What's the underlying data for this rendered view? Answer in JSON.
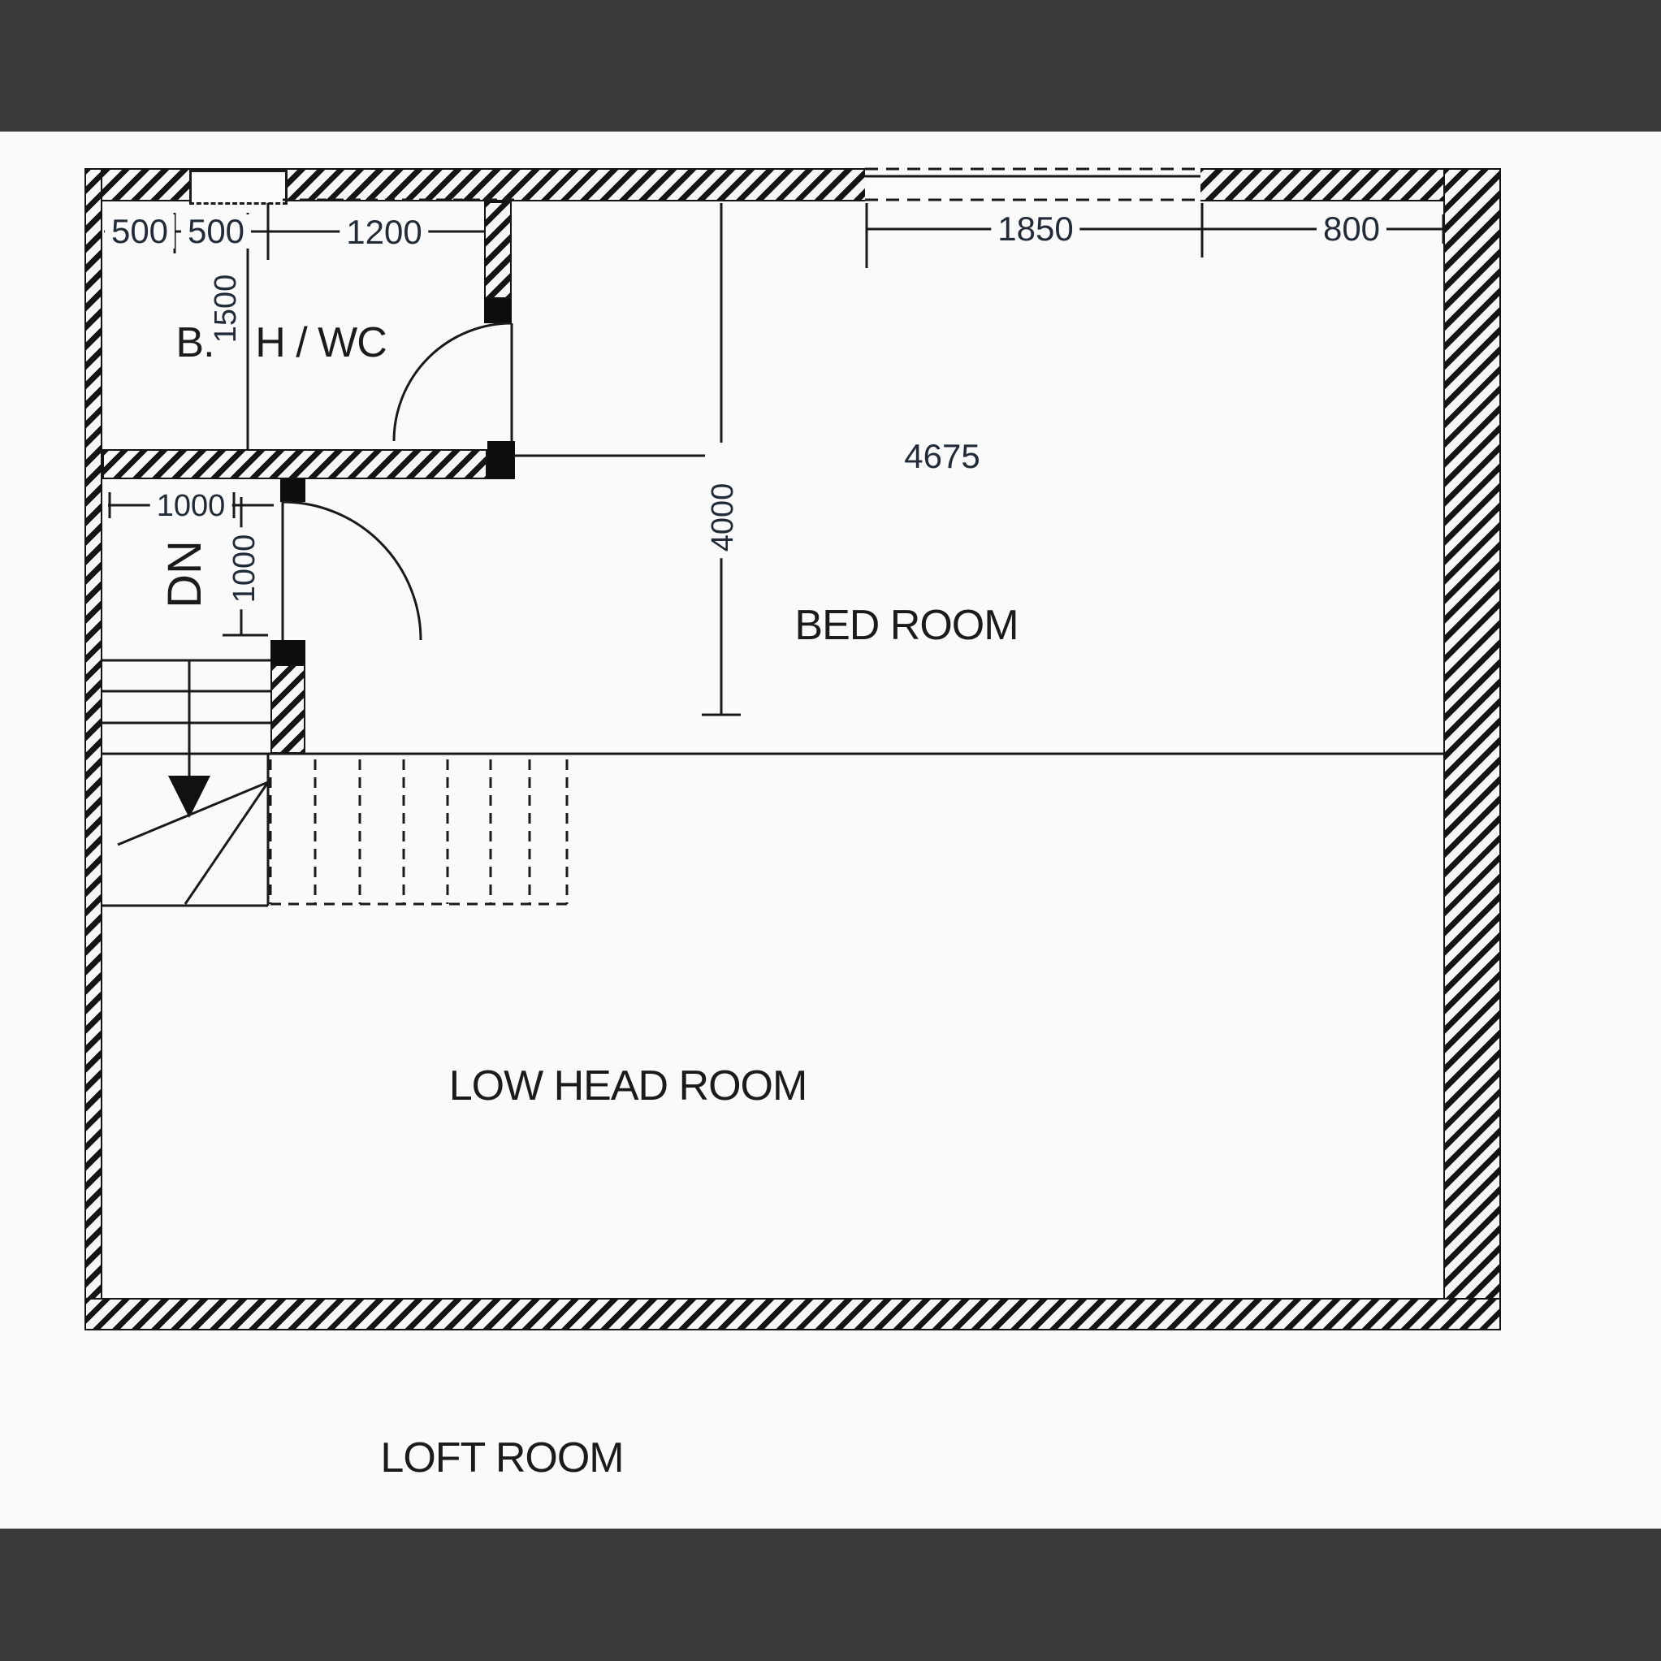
{
  "labels": {
    "bath_left": "B.",
    "bath_right": "H / WC",
    "bedroom": "BED ROOM",
    "low_head_room": "LOW HEAD ROOM",
    "loft_room": "LOFT ROOM",
    "stair_direction": "DN"
  },
  "dimensions": {
    "d500a": "500",
    "d500b": "500",
    "d1200": "1200",
    "d1500": "1500",
    "d1850": "1850",
    "d800": "800",
    "d4675": "4675",
    "d4000": "4000",
    "d1000h": "1000",
    "d1000v": "1000"
  },
  "colors": {
    "letterbox_bar": "#3a3a3c",
    "paper": "#fafafa",
    "line": "#191919",
    "dimension_text": "#222b38",
    "label_text": "#1b1b1b"
  }
}
